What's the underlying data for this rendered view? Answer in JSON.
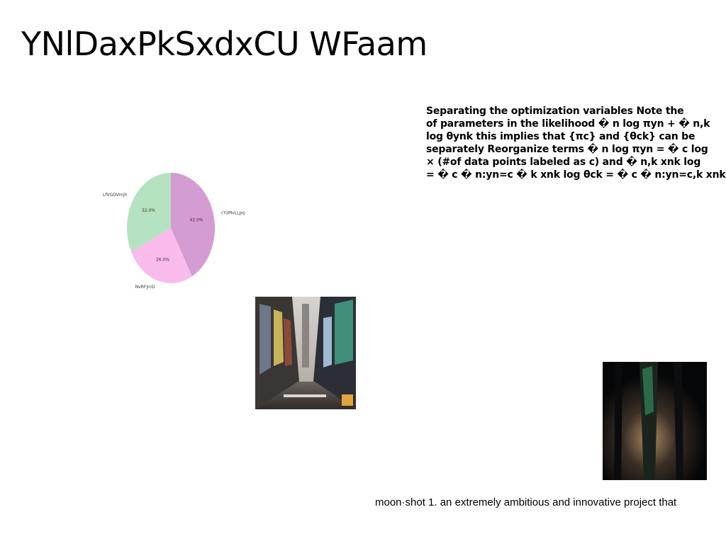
{
  "title": "YNlDaxPkSxdxCU WFaam",
  "paragraph": {
    "lines": [
      "Separating the optimization variables Note the",
      "of parameters in the likelihood � n log πyn + � n,k",
      "log θynk this implies that {πc} and {θck} can be",
      "separately Reorganize terms � n log πyn = � c log",
      "× (#of data points labeled as c) and � n,k xnk log",
      "= � c � n:yn=c � k xnk log θck = � c � n:yn=c,k xnk"
    ]
  },
  "chart_data": {
    "type": "pie",
    "categories": [
      "cYzMvLLpq",
      "NvRFJrcD",
      "LfVGDVmjh"
    ],
    "values": [
      42.0,
      26.0,
      32.0
    ],
    "value_labels": [
      "42.0%",
      "26.0%",
      "32.0%"
    ],
    "colors": [
      "#d59bd3",
      "#f9bbeb",
      "#b5e3c1"
    ]
  },
  "images": {
    "city_street": "city-street-photo",
    "dark_forest": "dark-forest-photo"
  },
  "caption": "moon·shot 1. an extremely ambitious and innovative project that"
}
